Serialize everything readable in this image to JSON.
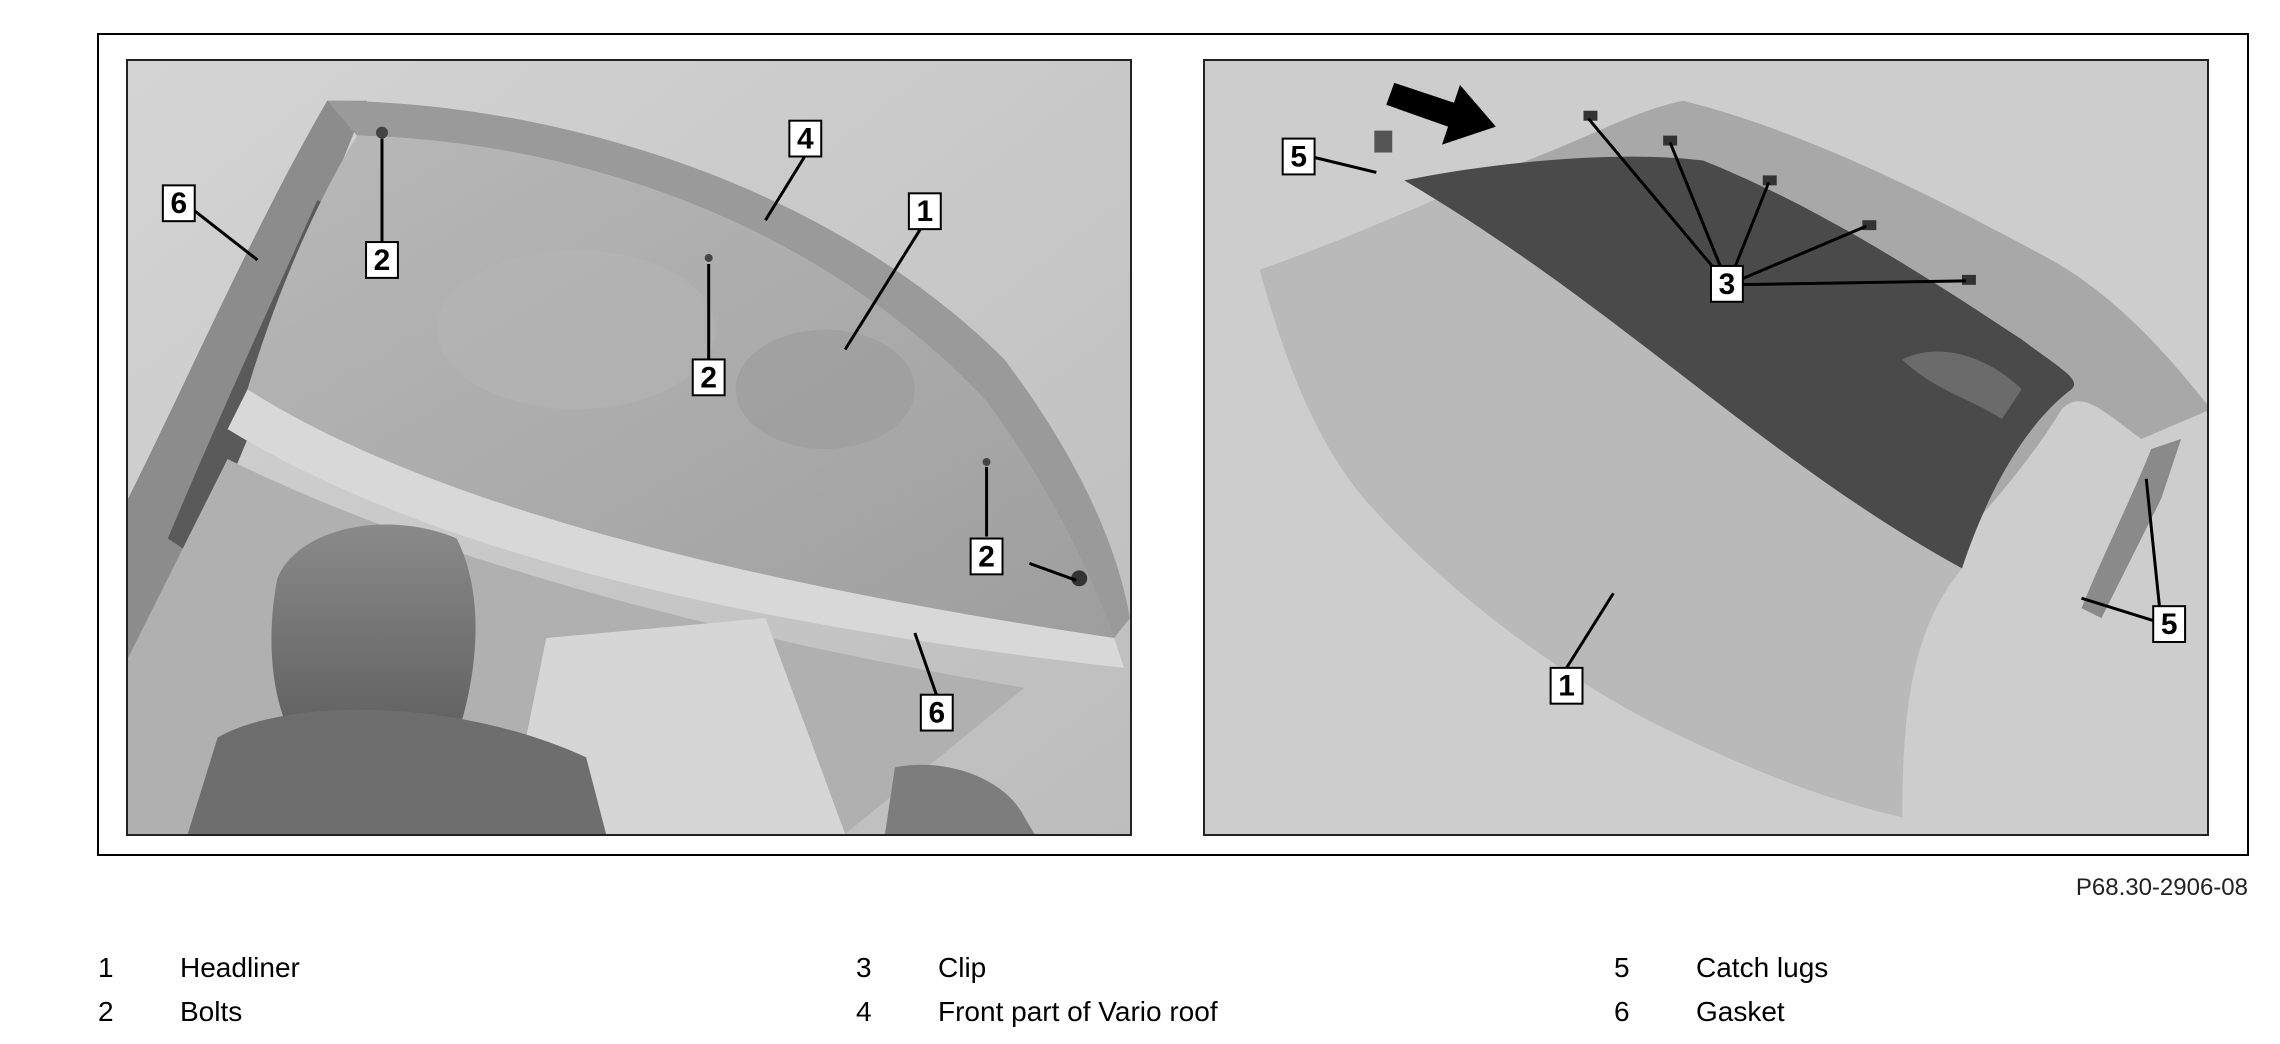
{
  "figure": {
    "reference": "P68.30-2906-08",
    "left_photo": {
      "callouts": [
        "6",
        "2",
        "4",
        "1",
        "2",
        "2",
        "6"
      ]
    },
    "right_photo": {
      "callouts": [
        "5",
        "3",
        "5",
        "1"
      ]
    }
  },
  "legend": [
    {
      "number": "1",
      "label": "Headliner"
    },
    {
      "number": "2",
      "label": "Bolts"
    },
    {
      "number": "3",
      "label": "Clip"
    },
    {
      "number": "4",
      "label": "Front part of Vario roof"
    },
    {
      "number": "5",
      "label": "Catch lugs"
    },
    {
      "number": "6",
      "label": "Gasket"
    }
  ]
}
